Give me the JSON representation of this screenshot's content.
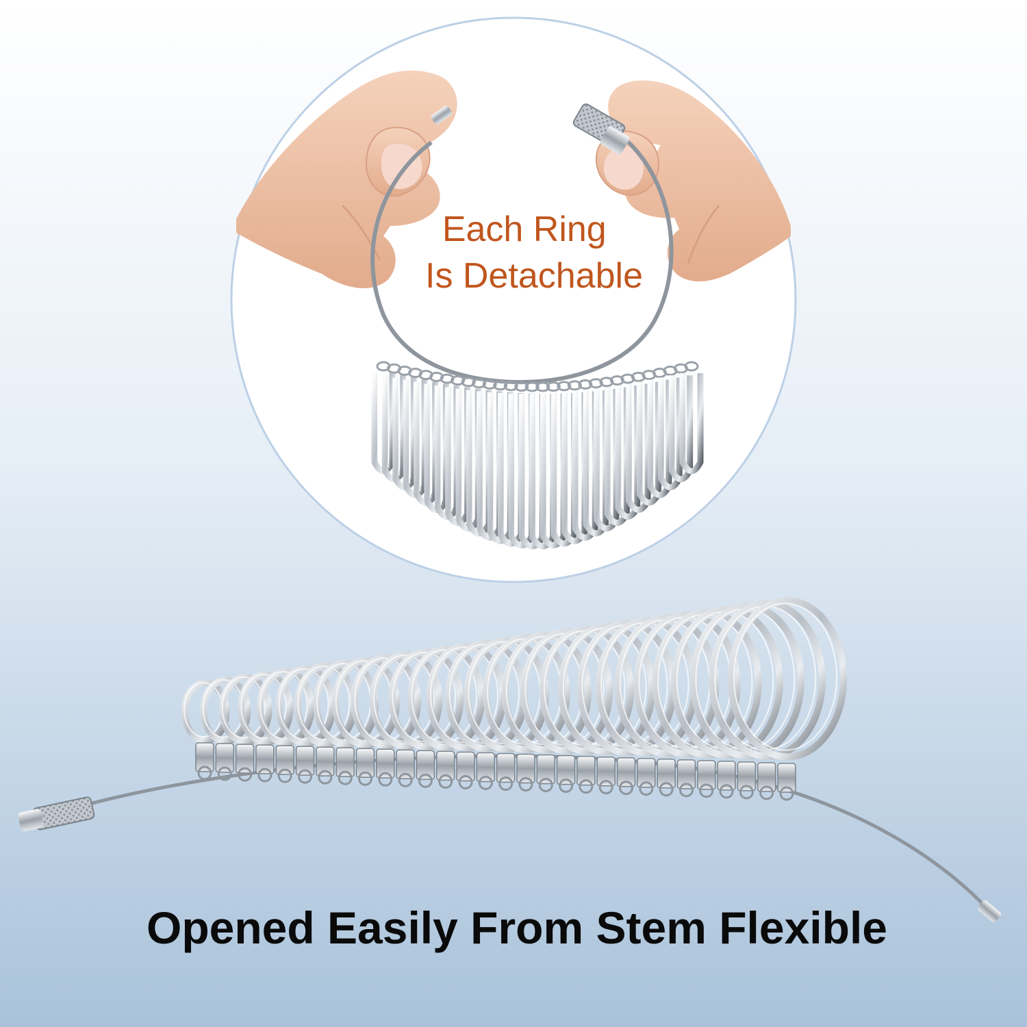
{
  "callout": {
    "line1": "Each Ring",
    "line2": "Is Detachable"
  },
  "headline": "Opened Easily From Stem Flexible",
  "colors": {
    "callout_text": "#c0561e",
    "headline_text": "#0a0a0a",
    "bg_top": "#ffffff",
    "bg_bottom": "#a9c2da",
    "circle_fill": "#ffffff",
    "circle_border": "#bcd0e6",
    "metal_light": "#f4f6f8",
    "metal_mid": "#b8bec5",
    "metal_dark": "#5d646c",
    "skin": "#f0c4a8",
    "skin_shadow": "#d9a084",
    "nail": "#f6d8cc"
  }
}
